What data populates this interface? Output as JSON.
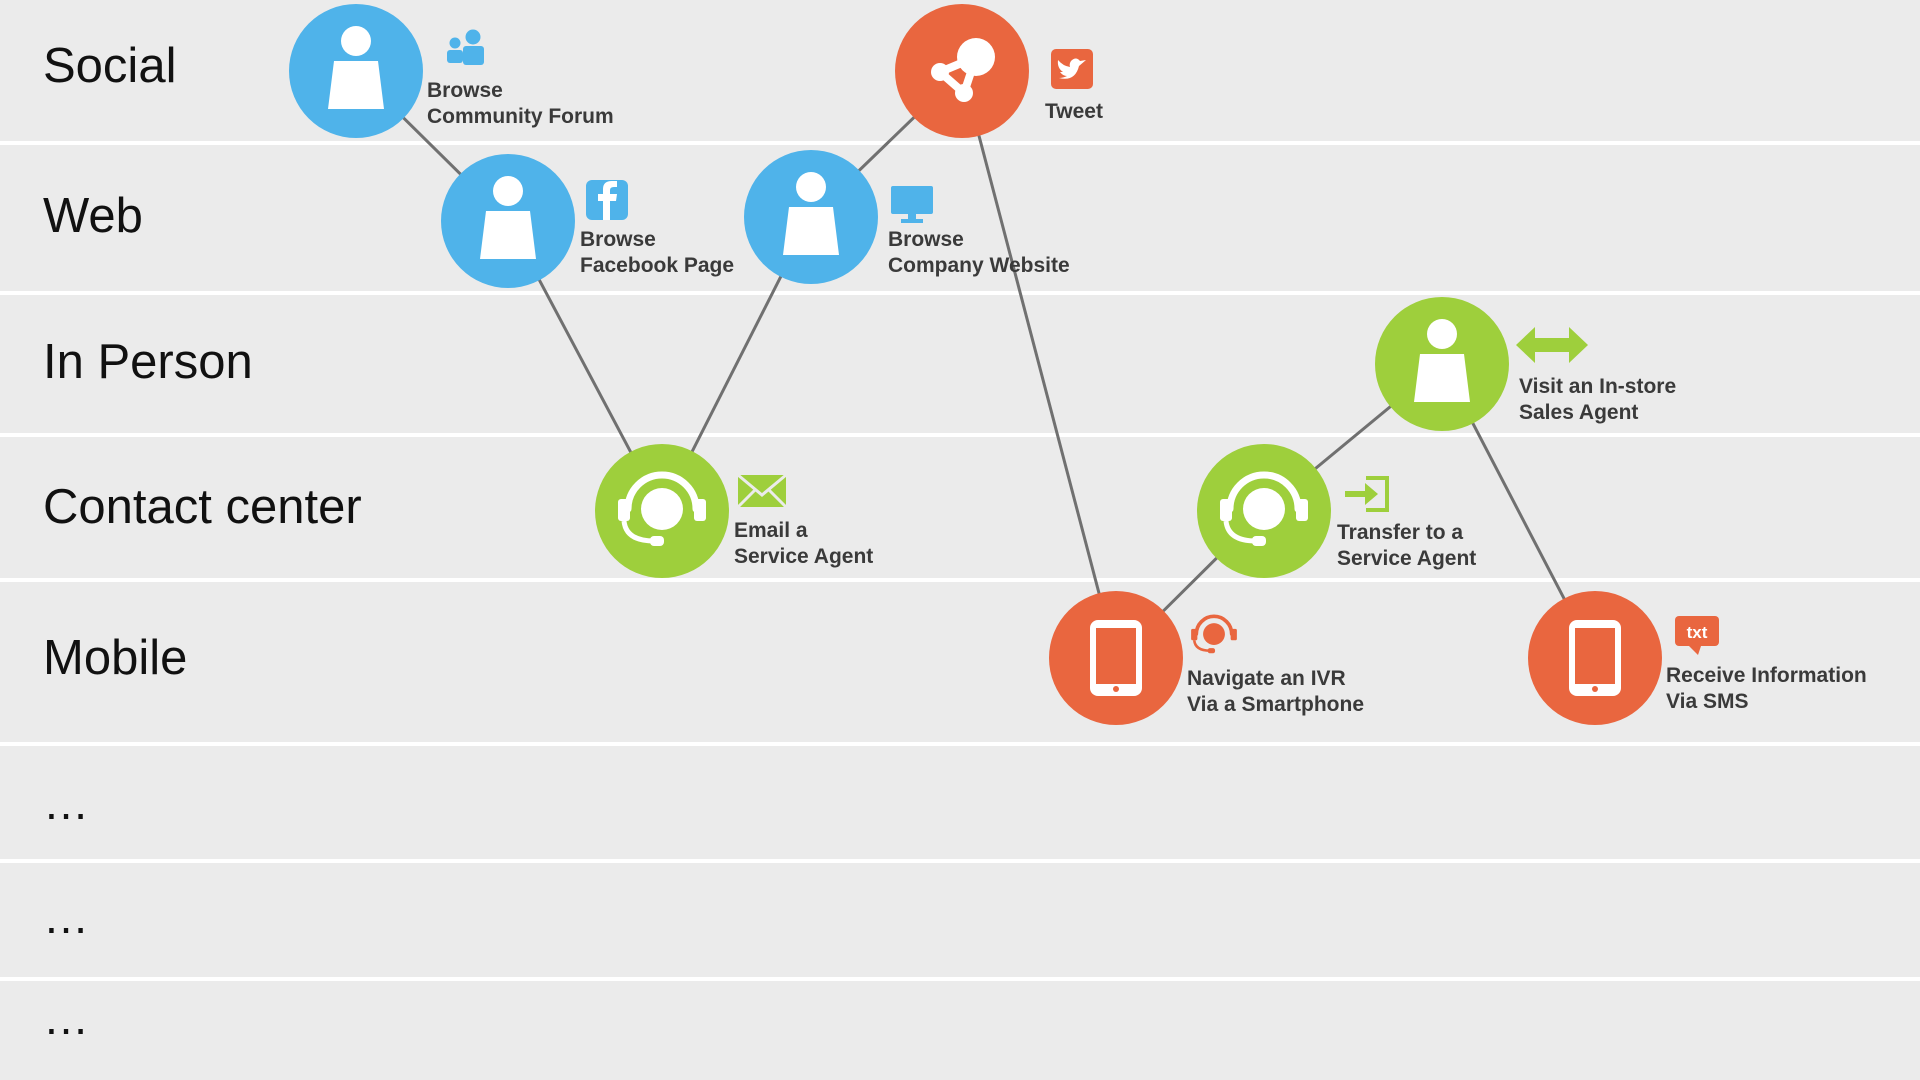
{
  "lanes": [
    {
      "label": "Social"
    },
    {
      "label": "Web"
    },
    {
      "label": "In Person"
    },
    {
      "label": "Contact center"
    },
    {
      "label": "Mobile"
    },
    {
      "label": "…"
    },
    {
      "label": "…"
    },
    {
      "label": "…"
    }
  ],
  "colors": {
    "lane_background": "#ebebeb",
    "separator": "#ffffff",
    "connector": "#707070",
    "blue": "#4fb3ea",
    "orange": "#e9663f",
    "green": "#9ecf3c",
    "label_text": "#3a3a3a"
  },
  "nodes": [
    {
      "id": "community-forum",
      "lane": "Social",
      "color": "blue",
      "icon": "person-icon",
      "badge_icon": "people-group-icon",
      "label": [
        "Browse",
        "Community Forum"
      ]
    },
    {
      "id": "tweet",
      "lane": "Social",
      "color": "orange",
      "icon": "share-network-icon",
      "badge_icon": "twitter-icon",
      "label": [
        "Tweet"
      ]
    },
    {
      "id": "facebook-page",
      "lane": "Web",
      "color": "blue",
      "icon": "person-icon",
      "badge_icon": "facebook-icon",
      "label": [
        "Browse",
        "Facebook Page"
      ]
    },
    {
      "id": "company-website",
      "lane": "Web",
      "color": "blue",
      "icon": "person-icon",
      "badge_icon": "monitor-icon",
      "label": [
        "Browse",
        "Company Website"
      ]
    },
    {
      "id": "in-store-agent",
      "lane": "In Person",
      "color": "green",
      "icon": "person-icon",
      "badge_icon": "double-arrow-icon",
      "label": [
        "Visit an In-store",
        "Sales Agent"
      ]
    },
    {
      "id": "email-agent",
      "lane": "Contact center",
      "color": "green",
      "icon": "headset-icon",
      "badge_icon": "envelope-icon",
      "label": [
        "Email a",
        "Service Agent"
      ]
    },
    {
      "id": "transfer-agent",
      "lane": "Contact center",
      "color": "green",
      "icon": "headset-icon",
      "badge_icon": "enter-arrow-icon",
      "label": [
        "Transfer to a",
        "Service Agent"
      ]
    },
    {
      "id": "ivr-smartphone",
      "lane": "Mobile",
      "color": "orange",
      "icon": "smartphone-icon",
      "badge_icon": "headset-icon",
      "label": [
        "Navigate an IVR",
        "Via a Smartphone"
      ]
    },
    {
      "id": "sms",
      "lane": "Mobile",
      "color": "orange",
      "icon": "smartphone-icon",
      "badge_icon": "txt-bubble-icon",
      "label": [
        "Receive Information",
        "Via SMS"
      ],
      "badge_text": "txt"
    }
  ],
  "connections": [
    [
      "community-forum",
      "facebook-page"
    ],
    [
      "facebook-page",
      "email-agent"
    ],
    [
      "email-agent",
      "company-website"
    ],
    [
      "company-website",
      "tweet"
    ],
    [
      "tweet",
      "ivr-smartphone"
    ],
    [
      "ivr-smartphone",
      "transfer-agent"
    ],
    [
      "transfer-agent",
      "in-store-agent"
    ],
    [
      "in-store-agent",
      "sms"
    ]
  ]
}
